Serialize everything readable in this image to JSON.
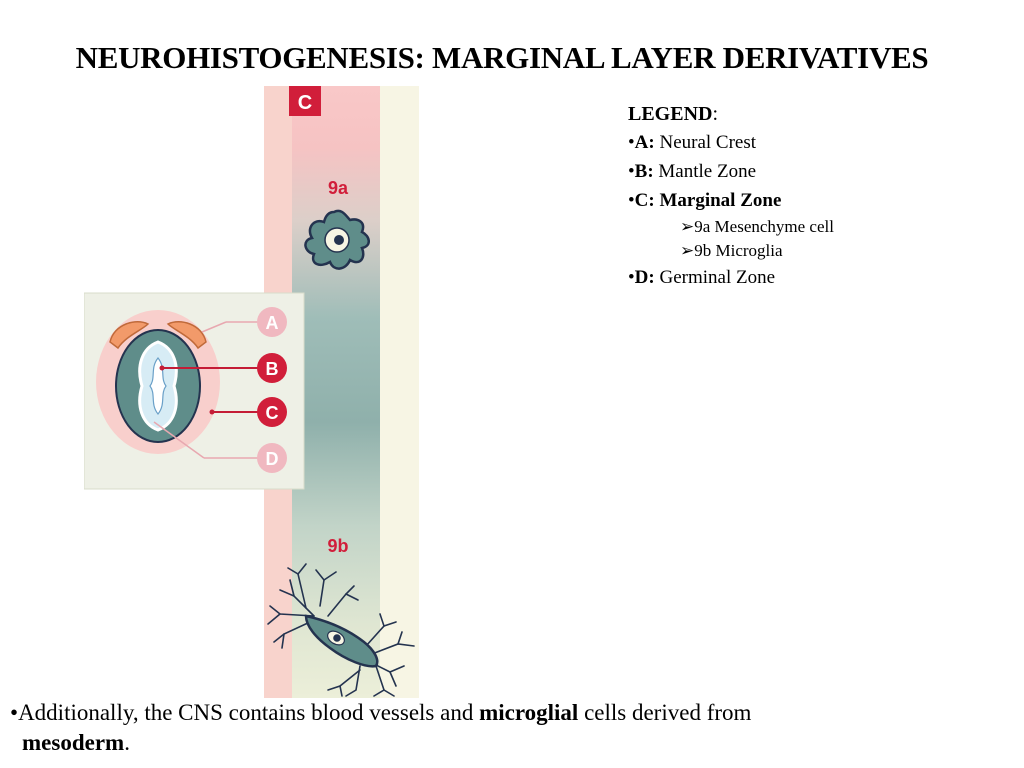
{
  "title": "NEUROHISTOGENESIS: MARGINAL LAYER DERIVATIVES",
  "legend": {
    "heading": "LEGEND",
    "heading_suffix": ":",
    "items": [
      {
        "bullet": "•",
        "key": "A:",
        "text": "Neural Crest"
      },
      {
        "bullet": "•",
        "key": "B:",
        "text": "Mantle Zone"
      },
      {
        "bullet": "•",
        "key": "C:",
        "text": "Marginal Zone"
      },
      {
        "bullet": "•",
        "key": "D:",
        "text": "Germinal Zone"
      }
    ],
    "subitems": [
      {
        "arrow": "➢",
        "text": "9a Mesenchyme cell"
      },
      {
        "arrow": "➢",
        "text": "9b Microglia"
      }
    ]
  },
  "figure": {
    "column_label": "C",
    "cell_labels": {
      "mesenchyme": "9a",
      "microglia": "9b"
    },
    "inset_labels": [
      "A",
      "B",
      "C",
      "D"
    ],
    "colors": {
      "marginal_pink": "#f7c9c9",
      "teal": "#5f8d8a",
      "teal_light": "#a8c4bf",
      "cream": "#f7f5e4",
      "red_label": "#d11e3a",
      "faded_label": "#f0b8c0",
      "crest_orange": "#f29a6a",
      "navy": "#24334f"
    }
  },
  "bottom_text": {
    "bullet": "•",
    "part1": "Additionally, the CNS contains blood vessels and",
    "bold1": "microglial",
    "part2": "cells derived from",
    "bold2": "mesoderm",
    "end": "."
  }
}
